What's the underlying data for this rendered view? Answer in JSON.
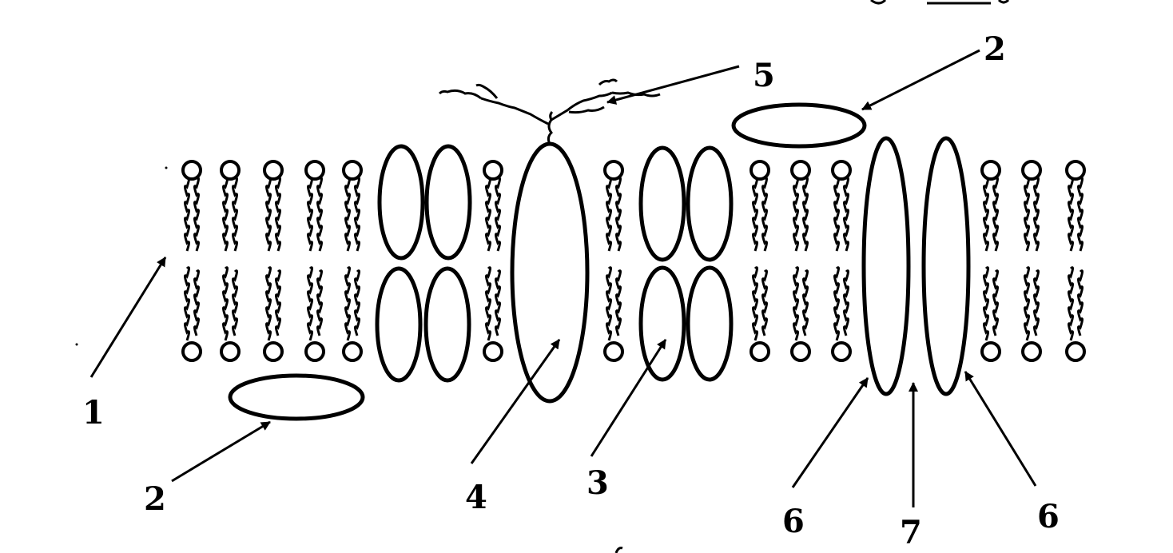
{
  "diagram": {
    "labels": {
      "lipid_bilayer": "1",
      "peripheral_protein_bottom": "2",
      "peripheral_protein_top": "2",
      "half_integral_protein": "3",
      "integral_protein": "4",
      "glycocalyx": "5",
      "channel_protein_left": "6",
      "channel_protein_right": "6",
      "pore": "7"
    },
    "colors": {
      "ink": "#000000",
      "background": "#ffffff"
    }
  }
}
